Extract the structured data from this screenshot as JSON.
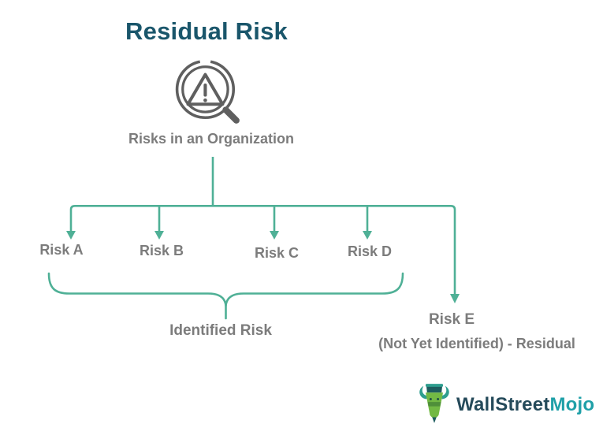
{
  "title": "Residual Risk",
  "diagram": {
    "root_label": "Risks in an Organization",
    "identified_risks": [
      "Risk A",
      "Risk B",
      "Risk C",
      "Risk D"
    ],
    "identified_group_label": "Identified Risk",
    "residual_risk_label": "Risk E",
    "residual_caption": "(Not Yet Identified) - Residual"
  },
  "logo": {
    "wallstreet": "WallStreet",
    "mojo": "Mojo"
  },
  "icons": {
    "root_icon": "magnifier-warning-icon",
    "logo_icon": "bull-mascot-icon"
  },
  "colors": {
    "accent_teal": "#4fb096",
    "title_color": "#1a566b",
    "text_gray": "#7c7c7c",
    "icon_gray": "#5f5f5f",
    "logo_dark": "#254a5a",
    "logo_teal": "#1fa0a8",
    "mascot_green": "#72b944",
    "mascot_teal": "#2e9e8f"
  }
}
